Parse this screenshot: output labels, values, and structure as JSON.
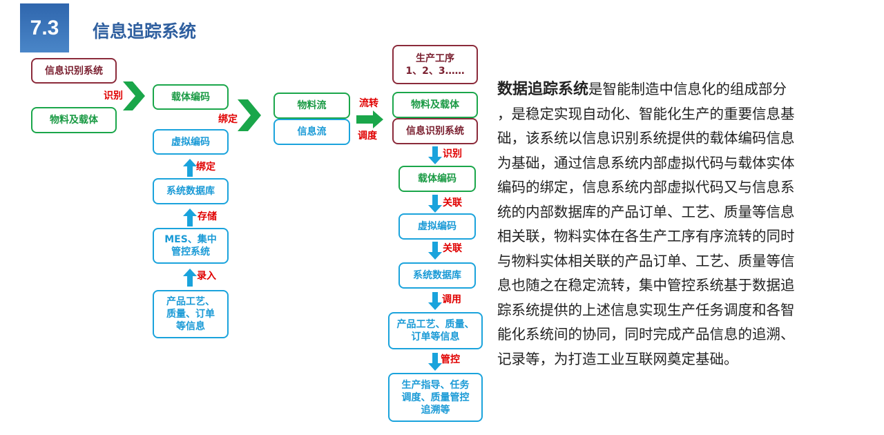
{
  "header": {
    "number": "7.3",
    "title": "信息追踪系统"
  },
  "left": {
    "info_system": "信息识别系统",
    "material_carrier": "物料及载体",
    "label_identify": "识别"
  },
  "col2": {
    "carrier_code": "载体编码",
    "label_bind": "绑定",
    "virtual_code": "虚拟编码",
    "label_bind2": "绑定",
    "database": "系统数据库",
    "label_store": "存储",
    "mes": "MES、集中管控系统",
    "label_input": "录入",
    "product_info": "产品工艺、质量、订单等信息"
  },
  "mid": {
    "material_flow": "物料流",
    "info_flow": "信息流",
    "label_flow": "流转",
    "label_schedule": "调度"
  },
  "right": {
    "process": "生产工序",
    "process_steps": "1、2、3……",
    "material_carrier": "物料及载体",
    "info_system": "信息识别系统",
    "label_identify": "识别",
    "carrier_code": "载体编码",
    "label_relate1": "关联",
    "virtual_code": "虚拟编码",
    "label_relate2": "关联",
    "database": "系统数据库",
    "label_call": "调用",
    "product_info": "产品工艺、质量、订单等信息",
    "label_control": "管控",
    "guidance": "生产指导、任务调度、质量管控追溯等"
  },
  "paragraph": {
    "bold": "数据追踪系统",
    "lines": [
      "是智能制造中信息化的组成部分",
      "，是稳定实现自动化、智能化生产的重要信息基",
      "础，该系统以信息识别系统提供的载体编码信息",
      "为基础，通过信息系统内部虚拟代码与载体实体",
      "编码的绑定，信息系统内部虚拟代码又与信息系",
      "统的内部数据库的产品订单、工艺、质量等信息",
      "相关联，物料实体在各生产工序有序流转的同时",
      "与物料实体相关联的产品订单、工艺、质量等信",
      "息也随之在稳定流转，集中管控系统基于数据追",
      "踪系统提供的上述信息实现生产任务调度和各智",
      "能化系统间的协同，同时完成产品信息的追溯、",
      "记录等，为打造工业互联网奠定基础。"
    ]
  },
  "colors": {
    "maroon": "#8b2a3a",
    "green": "#1aa64a",
    "cyan": "#1aa3dc",
    "title": "#2f5f9f",
    "label": "#e00000"
  }
}
